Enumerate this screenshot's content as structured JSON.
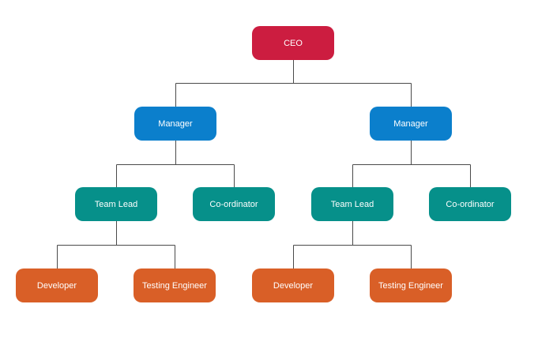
{
  "nodes": {
    "ceo": "CEO",
    "manager_left": "Manager",
    "manager_right": "Manager",
    "team_lead_left": "Team Lead",
    "coordinator_left": "Co-ordinator",
    "team_lead_right": "Team Lead",
    "coordinator_right": "Co-ordinator",
    "developer_left": "Developer",
    "testing_engineer_left": "Testing Engineer",
    "developer_right": "Developer",
    "testing_engineer_right": "Testing Engineer"
  },
  "colors": {
    "ceo": "#cc1d40",
    "manager": "#0b7fcc",
    "team_lead_coordinator": "#06908a",
    "developer_tester": "#d95f27",
    "connector": "#4a4a4a"
  }
}
